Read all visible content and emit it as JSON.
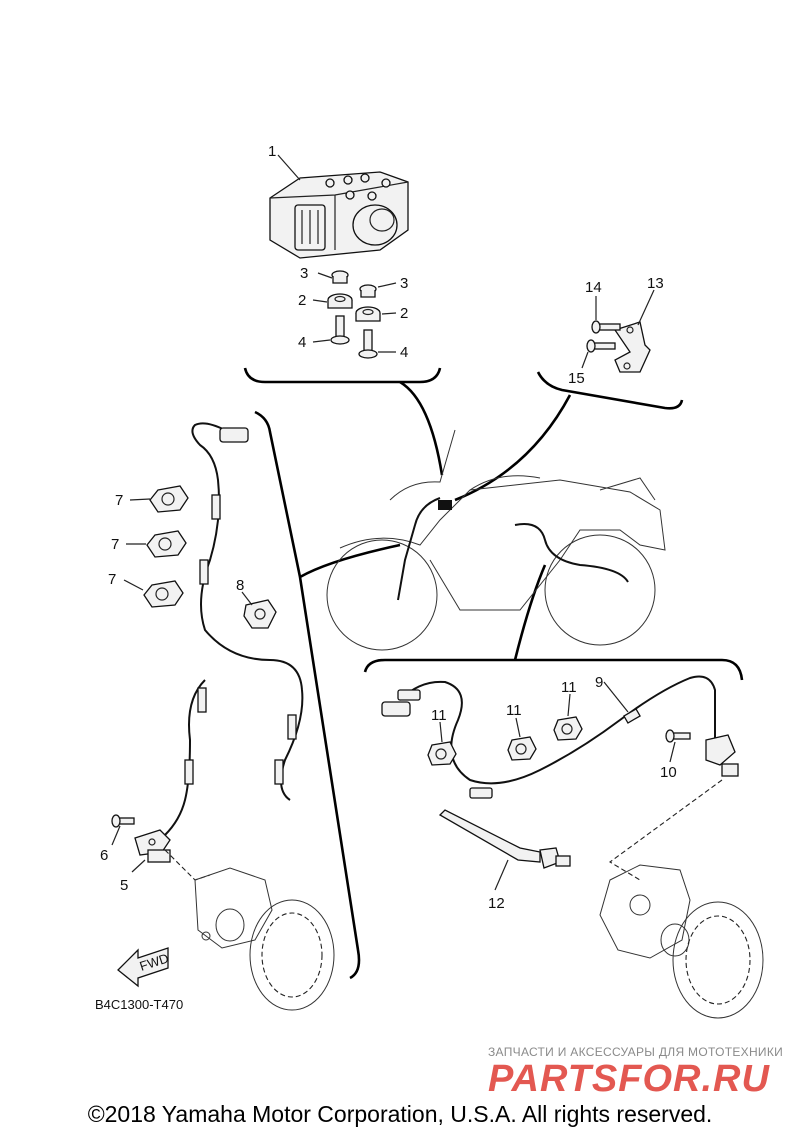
{
  "diagram": {
    "code": "B4C1300-T470",
    "fwd_label": "FWD",
    "callouts": {
      "c1": "1",
      "c2a": "2",
      "c2b": "2",
      "c3a": "3",
      "c3b": "3",
      "c4a": "4",
      "c4b": "4",
      "c5": "5",
      "c6": "6",
      "c7a": "7",
      "c7b": "7",
      "c7c": "7",
      "c8": "8",
      "c9": "9",
      "c10": "10",
      "c11a": "11",
      "c11b": "11",
      "c11c": "11",
      "c12": "12",
      "c13": "13",
      "c14": "14",
      "c15": "15"
    }
  },
  "watermark": {
    "tagline": "ЗАПЧАСТИ И АКСЕССУАРЫ ДЛЯ МОТОТЕХНИКИ",
    "brand": "PARTSFOR.RU"
  },
  "copyright": "©2018 Yamaha Motor Corporation, U.S.A. All rights reserved."
}
